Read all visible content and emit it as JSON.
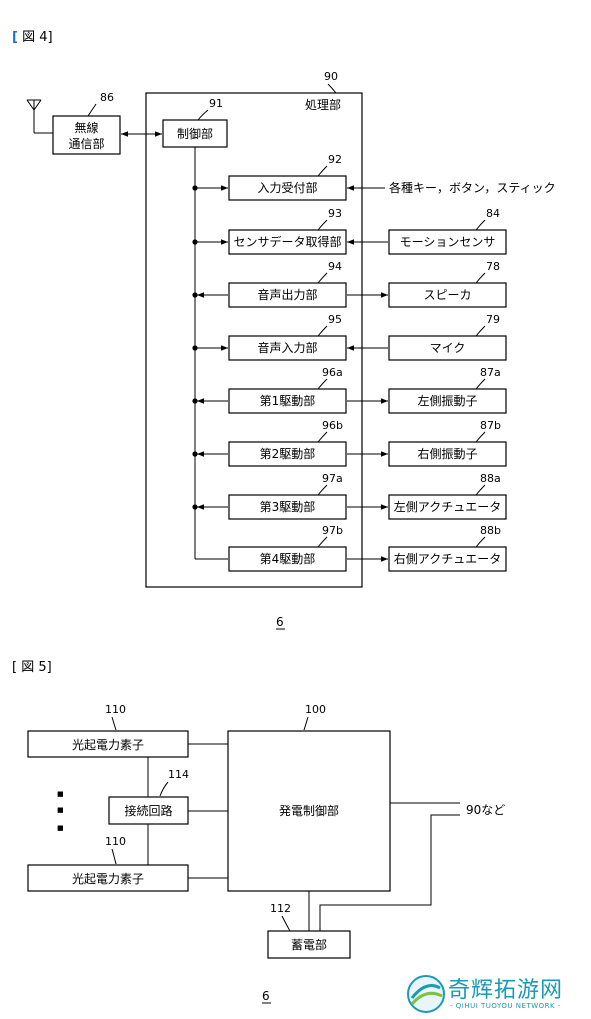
{
  "figure4": {
    "label": "図 4",
    "antenna_ref": "86",
    "wireless": {
      "line1": "無線",
      "line2": "通信部"
    },
    "processing": {
      "ref": "90",
      "label": "処理部"
    },
    "control": {
      "ref": "91",
      "label": "制御部"
    },
    "blocks": [
      {
        "ref": "92",
        "label": "入力受付部"
      },
      {
        "ref": "93",
        "label": "センサデータ取得部"
      },
      {
        "ref": "94",
        "label": "音声出力部"
      },
      {
        "ref": "95",
        "label": "音声入力部"
      },
      {
        "ref": "96a",
        "label": "第1駆動部"
      },
      {
        "ref": "96b",
        "label": "第2駆動部"
      },
      {
        "ref": "97a",
        "label": "第3駆動部"
      },
      {
        "ref": "97b",
        "label": "第4駆動部"
      }
    ],
    "input_external": "各種キー，ボタン，スティック",
    "externals": [
      {
        "ref": "84",
        "label": "モーションセンサ"
      },
      {
        "ref": "78",
        "label": "スピーカ"
      },
      {
        "ref": "79",
        "label": "マイク"
      },
      {
        "ref": "87a",
        "label": "左側振動子"
      },
      {
        "ref": "87b",
        "label": "右側振動子"
      },
      {
        "ref": "88a",
        "label": "左側アクチュエータ"
      },
      {
        "ref": "88b",
        "label": "右側アクチュエータ"
      }
    ],
    "figure_number": "6"
  },
  "figure5": {
    "label": "図 5",
    "pv_ref_top": "110",
    "pv_top": "光起電力素子",
    "dots": [
      "■",
      "■",
      "■"
    ],
    "connection_ref": "114",
    "connection": "接続回路",
    "pv_ref_bottom": "110",
    "pv_bottom": "光起電力素子",
    "generation_ref": "100",
    "generation": "発電制御部",
    "output": "90など",
    "storage_ref": "112",
    "storage": "蓄電部",
    "figure_number": "6"
  },
  "watermark": {
    "name": "奇辉拓游网",
    "sub": "- QIHUI TUOYOU NETWORK -",
    "accent": "#1a9ab5"
  },
  "colors": {
    "bracket": "#1f6fd0"
  }
}
